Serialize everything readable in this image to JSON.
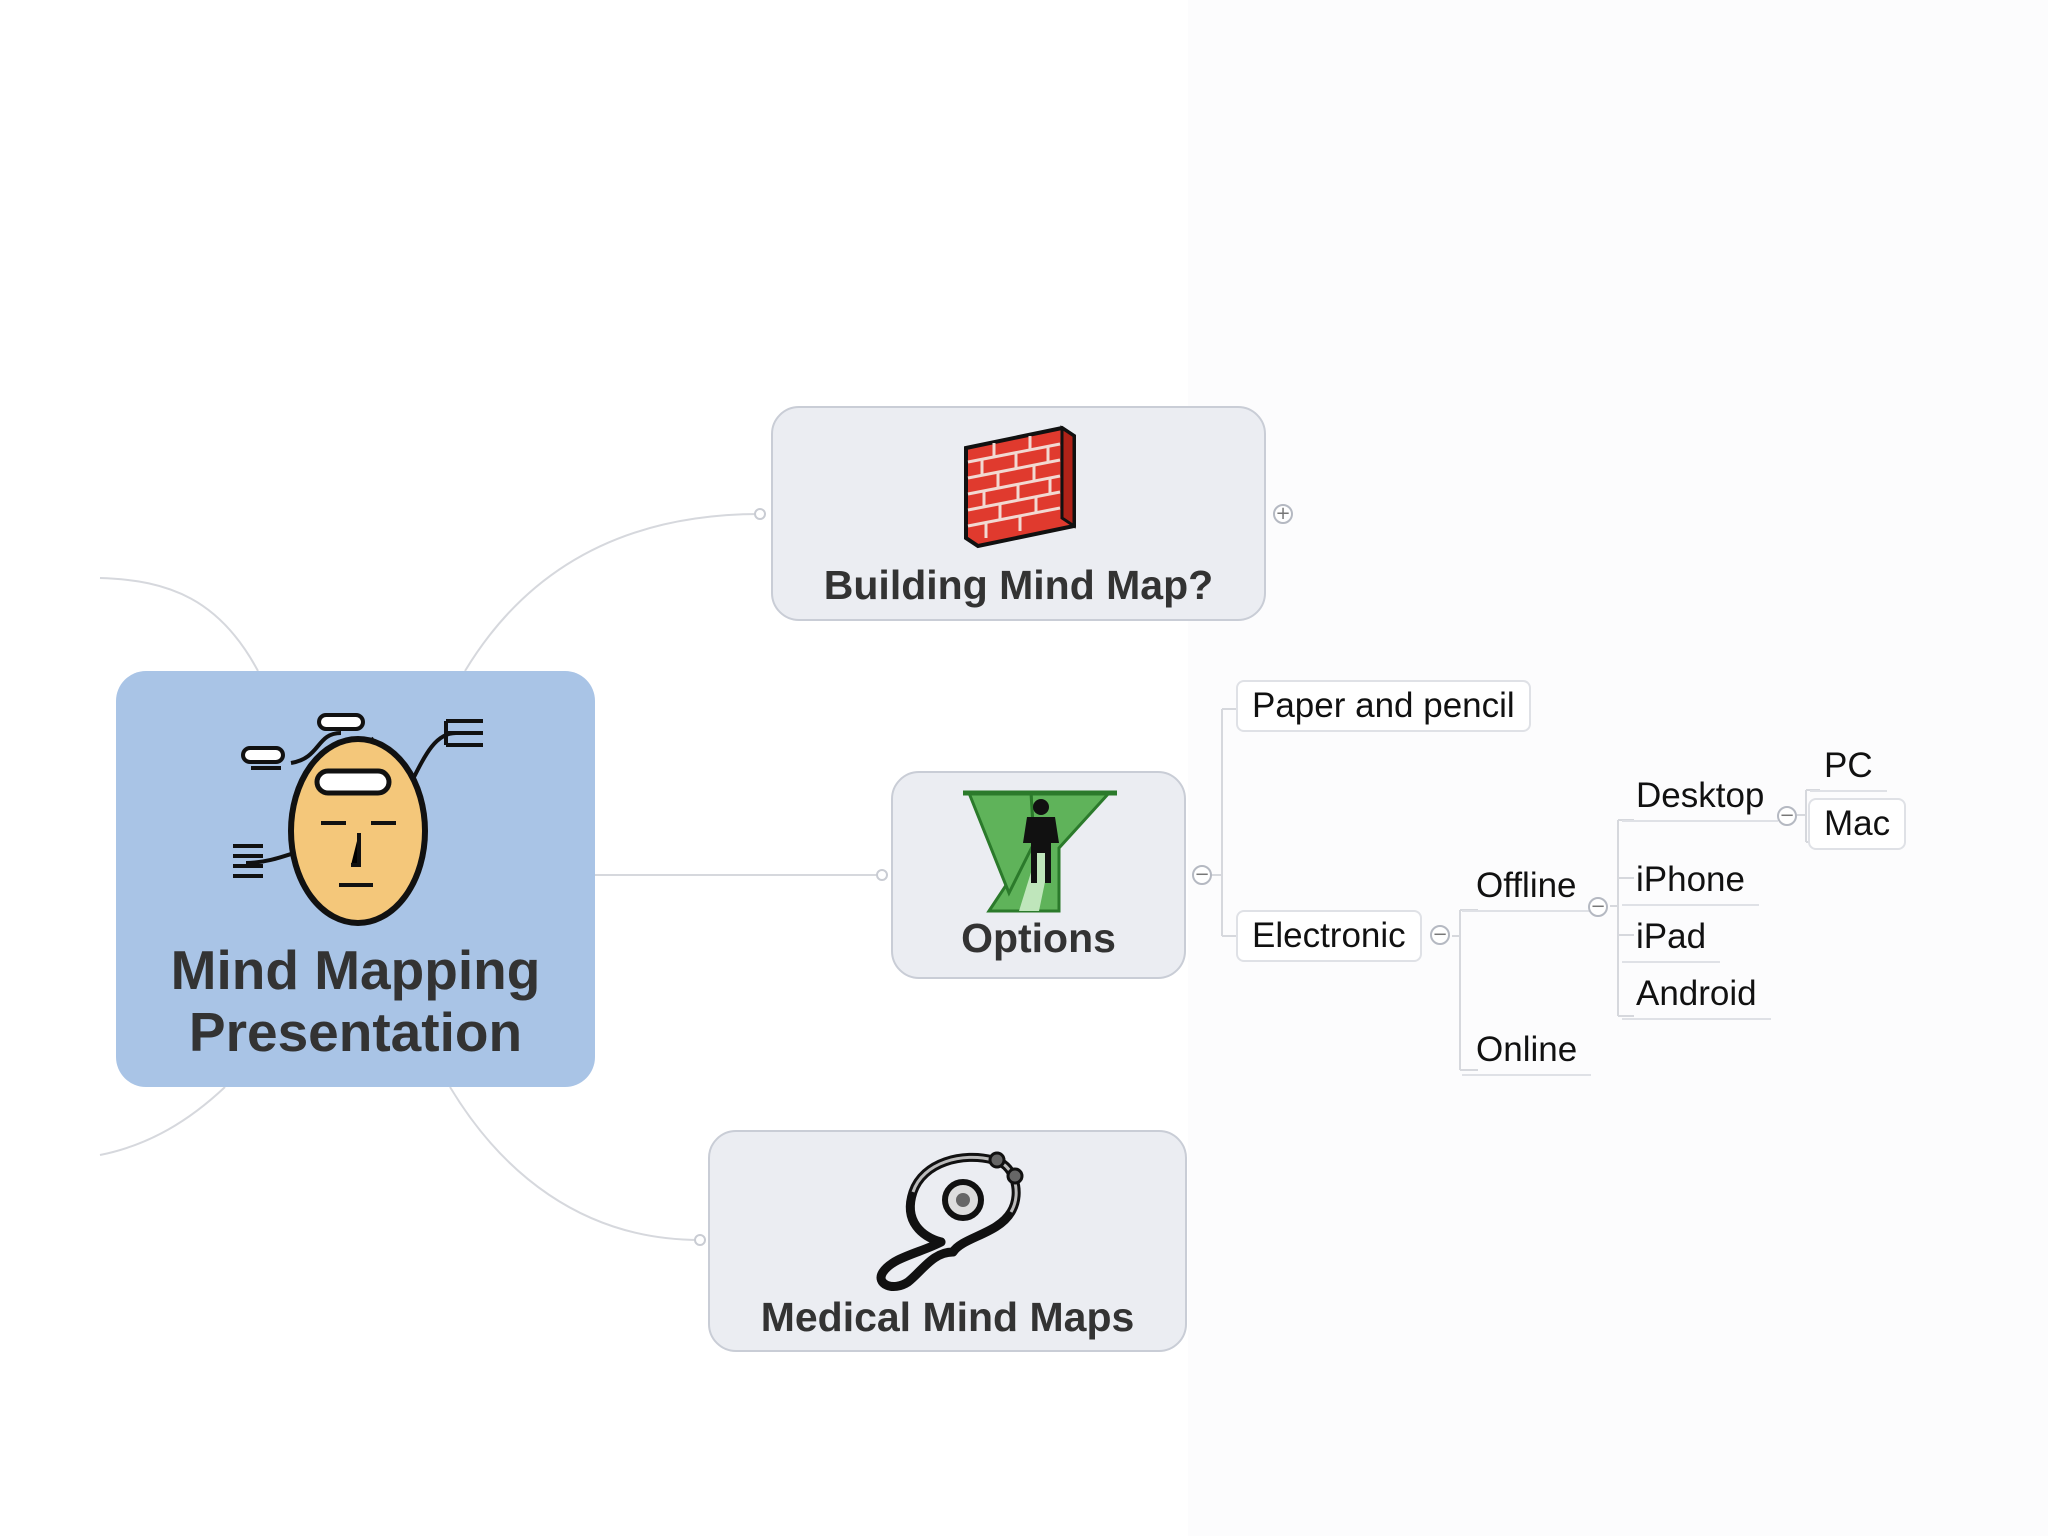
{
  "central": {
    "label_line1": "Mind Mapping",
    "label_line2": "Presentation",
    "icon": "brain-head-icon"
  },
  "branches": {
    "building": {
      "label": "Building Mind Map?",
      "icon": "brick-wall-icon",
      "toggle": "+"
    },
    "options": {
      "label": "Options",
      "icon": "crossroads-person-icon",
      "toggle": "−"
    },
    "medical": {
      "label": "Medical Mind Maps",
      "icon": "stethoscope-icon"
    }
  },
  "options_children": {
    "paper": "Paper and pencil",
    "electronic": "Electronic",
    "electronic_toggle": "−",
    "offline": "Offline",
    "offline_toggle": "−",
    "online": "Online",
    "desktop": "Desktop",
    "desktop_toggle": "−",
    "pc": "PC",
    "mac": "Mac",
    "iphone": "iPhone",
    "ipad": "iPad",
    "android": "Android"
  },
  "colors": {
    "central_fill": "#a9c4e6",
    "node_fill": "#ebedf2",
    "brick": "#e03a2e",
    "road_green": "#5fb35a"
  }
}
